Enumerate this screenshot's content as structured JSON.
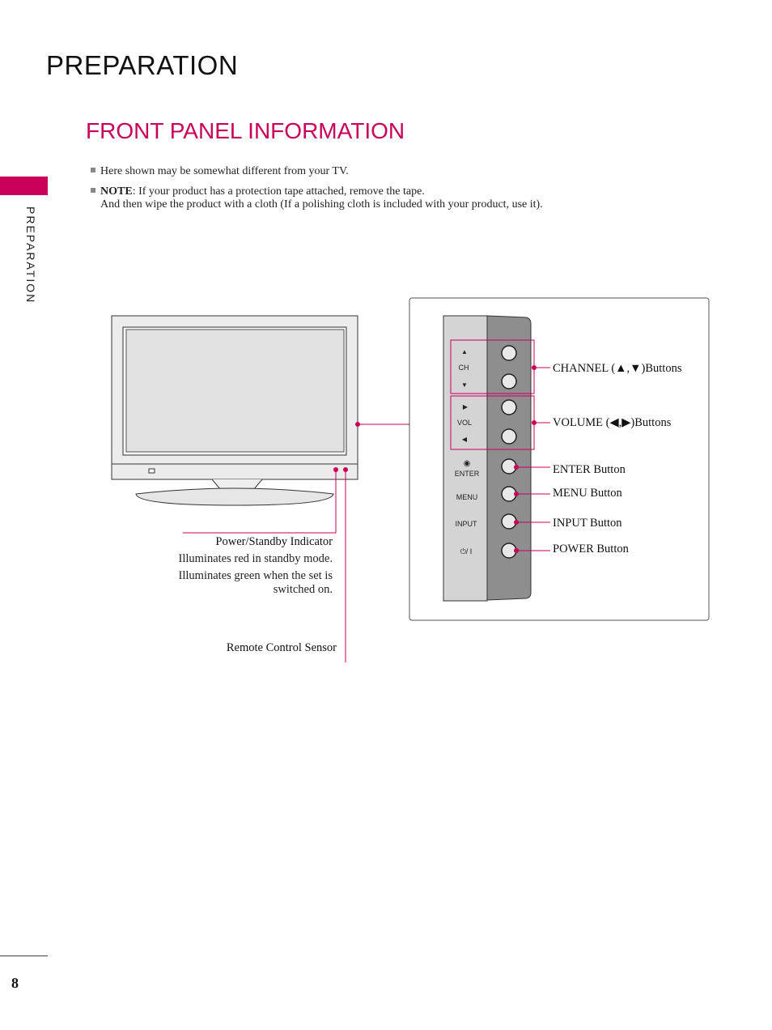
{
  "header": {
    "title": "PREPARATION"
  },
  "section": {
    "title": "FRONT PANEL INFORMATION"
  },
  "notes": {
    "line1": "Here shown may be somewhat different from your TV.",
    "note_label": "NOTE",
    "note_text": ": If your product has a protection tape attached, remove the tape.",
    "note_text2": "And then wipe the product with a cloth (If a polishing cloth is included with your product, use it)."
  },
  "sidebar": {
    "label": "PREPARATION"
  },
  "tv_callouts": {
    "power_indicator_title": "Power/Standby Indicator",
    "power_indicator_line1": "Illuminates red in standby mode.",
    "power_indicator_line2": "Illuminates green when the set is",
    "power_indicator_line3": "switched on.",
    "remote_sensor": "Remote Control Sensor"
  },
  "panel": {
    "ch_label": "CH",
    "vol_label": "VOL",
    "enter_label": "ENTER",
    "menu_label": "MENU",
    "input_label": "INPUT",
    "power_label": "⏻/ I",
    "up_arrow": "▲",
    "down_arrow": "▼",
    "right_arrow": "▶",
    "left_arrow": "◀",
    "enter_symbol": "◉"
  },
  "button_callouts": {
    "channel": "CHANNEL (▲,▼)Buttons",
    "volume": "VOLUME (◀,▶)Buttons",
    "enter": "ENTER Button",
    "menu": "MENU Button",
    "input": "INPUT Button",
    "power": "POWER Button"
  },
  "footer": {
    "page_number": "8"
  },
  "colors": {
    "accent": "#c8005a",
    "panel_dark": "#8e8e8e",
    "panel_light": "#d4d4d4"
  }
}
